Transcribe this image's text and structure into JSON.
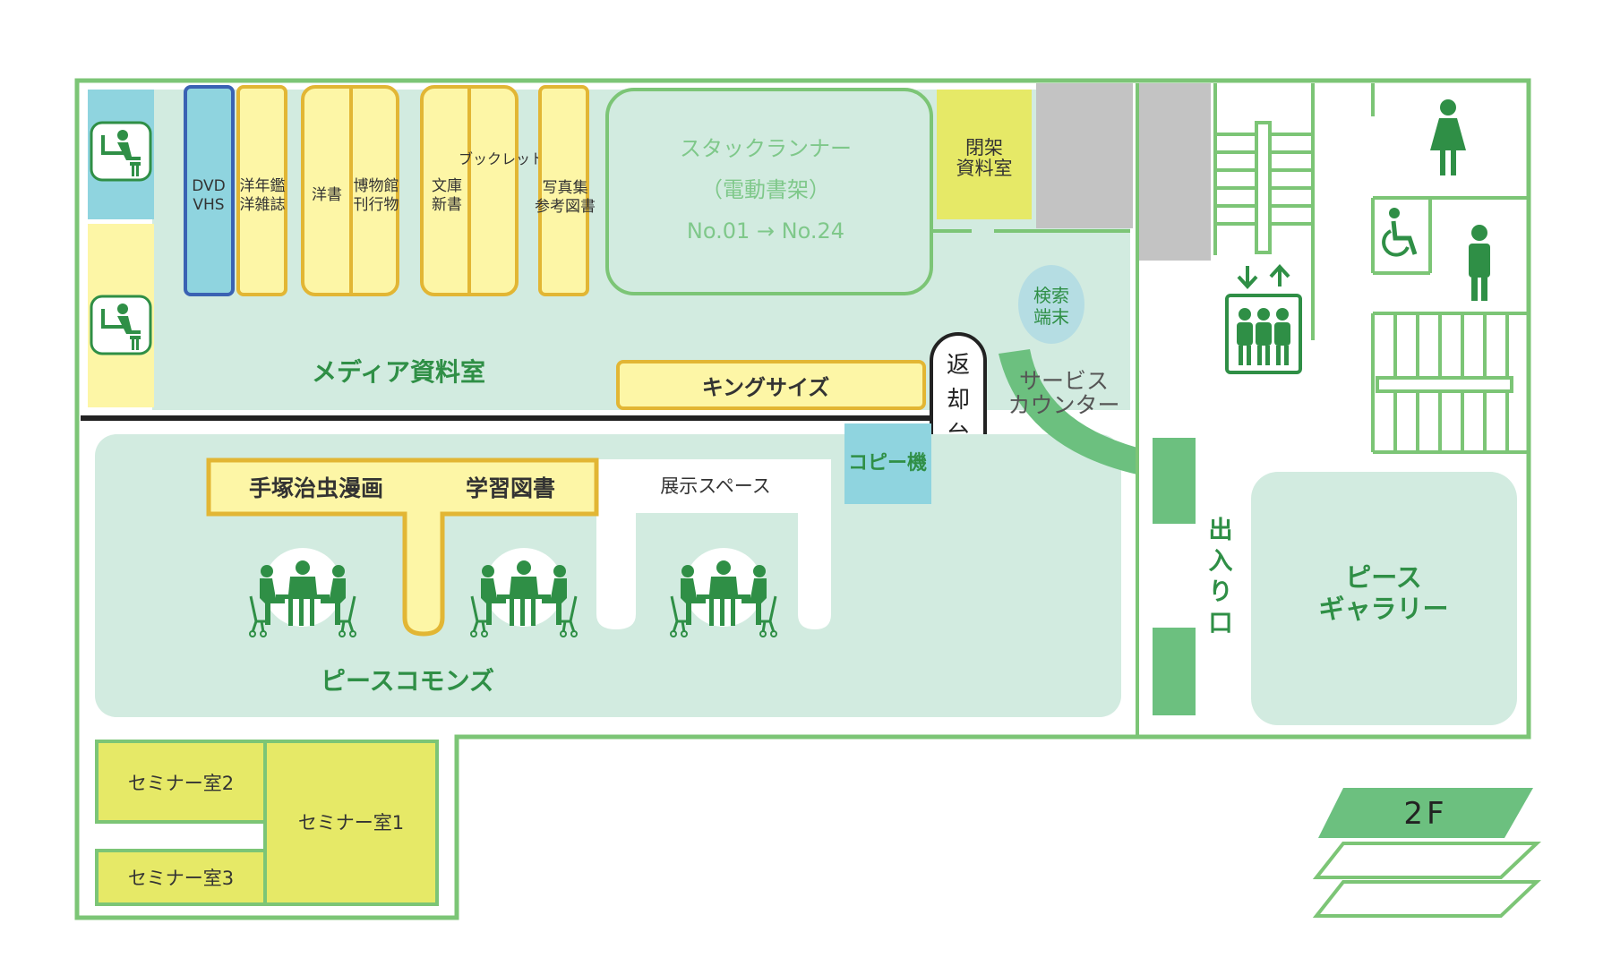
{
  "floor": "2F",
  "colors": {
    "green_line": "#7cc576",
    "green_dark": "#2f8f46",
    "green_mid": "#6cc07f",
    "mint": "#d2ebe0",
    "yellow_fill": "#fdf6a6",
    "yellow_border": "#e2b634",
    "yellow_room": "#e6e967",
    "cyan": "#8fd4df",
    "blue_border": "#3a62b3",
    "gray": "#c3c3c3",
    "text_green": "#7fc88a"
  },
  "labels": {
    "media_room": "メディア資料室",
    "dvd": "DVD",
    "vhs": "VHS",
    "western_yearbook": "洋年鑑",
    "western_magazines": "洋雑誌",
    "western_books": "洋書",
    "museum_publications_1": "博物館",
    "museum_publications_2": "刊行物",
    "bunko": "文庫",
    "shinsho": "新書",
    "booklet": "ブックレット",
    "photo_books": "写真集",
    "reference_books": "参考図書",
    "stack_runner_title": "スタックランナー",
    "stack_runner_sub": "（電動書架）",
    "stack_runner_range": "No.01 → No.24",
    "closed_stacks_1": "閉架",
    "closed_stacks_2": "資料室",
    "search_terminal_1": "検索",
    "search_terminal_2": "端末",
    "king_size": "キングサイズ",
    "return_1": "返",
    "return_2": "却",
    "return_3": "台",
    "service_counter_1": "サービス",
    "service_counter_2": "カウンター",
    "copier": "コピー機",
    "tezuka_manga": "手塚治虫漫画",
    "study_books": "学習図書",
    "exhibit_space": "展示スペース",
    "peace_commons": "ピースコモンズ",
    "entrance_1": "出",
    "entrance_2": "入",
    "entrance_3": "り",
    "entrance_4": "口",
    "peace_gallery_1": "ピース",
    "peace_gallery_2": "ギャラリー",
    "seminar_1": "セミナー室1",
    "seminar_2": "セミナー室2",
    "seminar_3": "セミナー室3"
  },
  "icons": [
    "pc-desk-icon",
    "female-restroom-icon",
    "male-restroom-icon",
    "wheelchair-restroom-icon",
    "elevator-icon",
    "stairs-icon",
    "meeting-table-icon",
    "floor-indicator-icon"
  ]
}
